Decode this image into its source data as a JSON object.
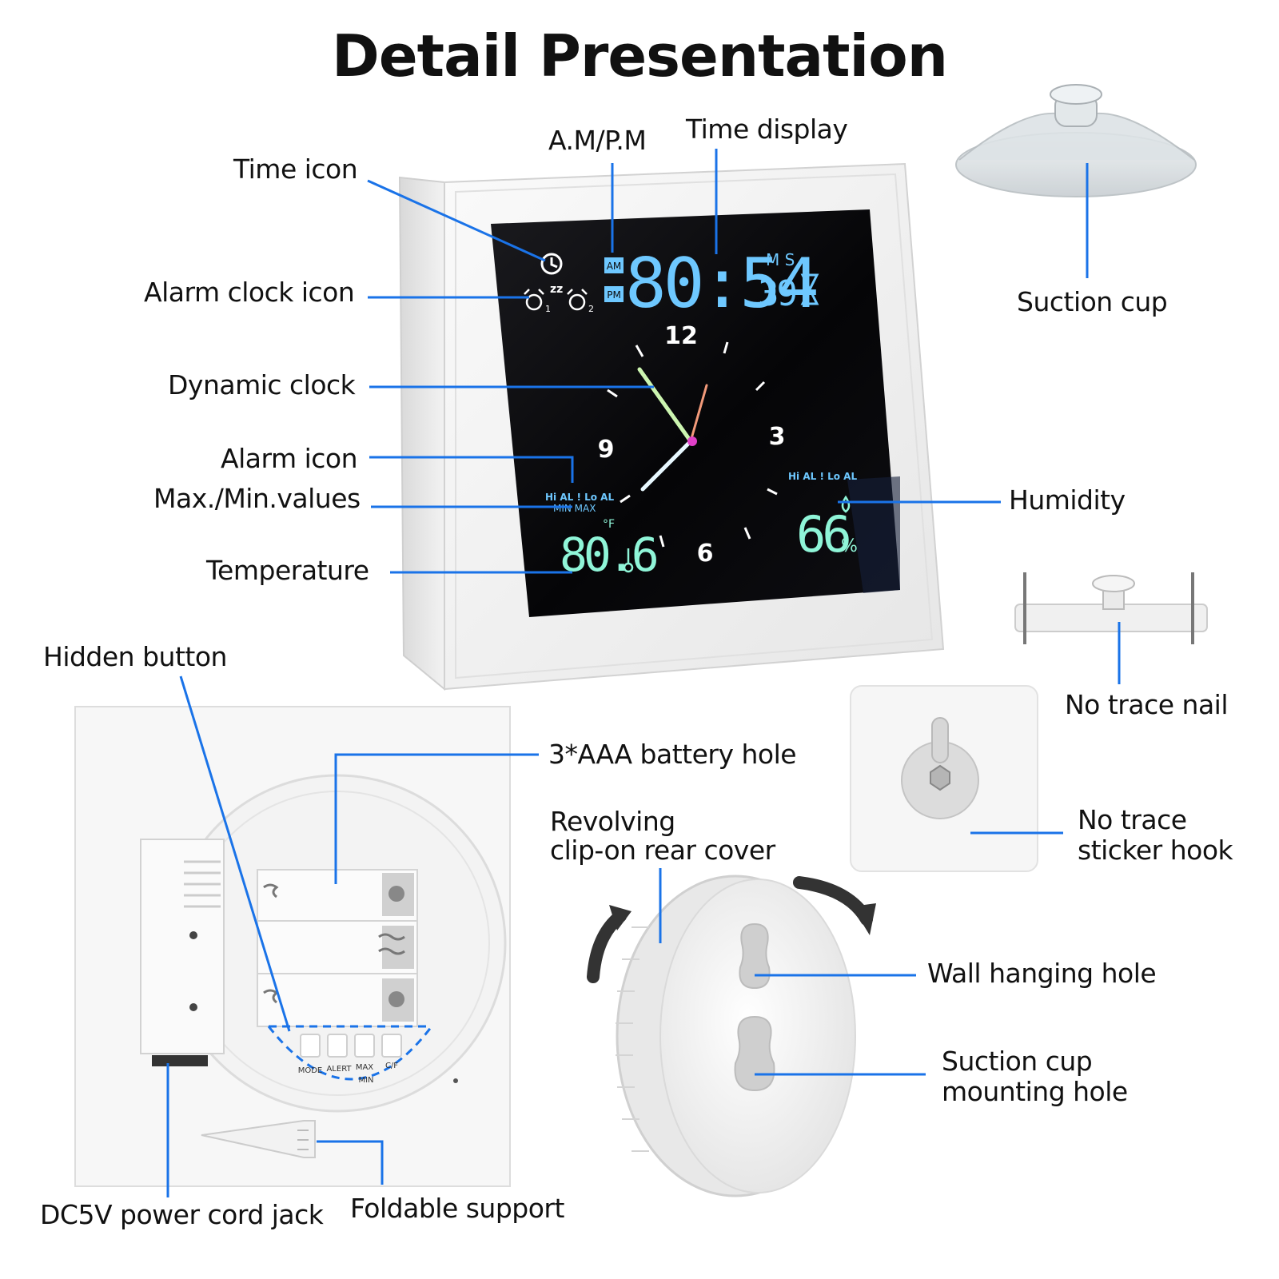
{
  "title": "Detail Presentation",
  "colors": {
    "leader": "#1a73e8",
    "lcd_background": "#0b0b0d",
    "lcd_blue": "#6ec8ff",
    "lcd_green": "#8ff5d8",
    "clock_body": "#f4f4f4",
    "dashed_outline": "#1a73e8"
  },
  "callouts": {
    "time_icon": "Time icon",
    "am_pm": "A.M/P.M",
    "time_display": "Time display",
    "alarm_clock_icon": "Alarm clock icon",
    "dynamic_clock": "Dynamic clock",
    "alarm_icon": "Alarm icon",
    "max_min_values": "Max./Min.values",
    "temperature": "Temperature",
    "humidity": "Humidity",
    "suction_cup": "Suction cup",
    "no_trace_nail": "No trace nail",
    "no_trace_sticker_hook_1": "No trace",
    "no_trace_sticker_hook_2": "sticker hook",
    "hidden_button": "Hidden button",
    "battery_hole": "3*AAA battery hole",
    "revolving_cover_1": "Revolving",
    "revolving_cover_2": "clip-on rear cover",
    "wall_hanging_hole": "Wall hanging hole",
    "suction_mount_1": "Suction cup",
    "suction_mount_2": "mounting hole",
    "power_jack": "DC5V power cord jack",
    "foldable_support": "Foldable support"
  },
  "lcd": {
    "am": "AM",
    "pm": "PM",
    "time": "80:54",
    "seconds": "39",
    "ms_label": "M S",
    "alarm1": "1",
    "alarm2": "2",
    "numeral_12": "12",
    "numeral_3": "3",
    "numeral_6": "6",
    "numeral_9": "9",
    "hi_lo_left": "Hi AL ! Lo AL",
    "min_max": "MIN MAX",
    "temperature": "80.6",
    "temp_unit": "°F",
    "hi_lo_right": "Hi AL ! Lo AL",
    "humidity": "66",
    "humidity_unit": "%"
  },
  "buttons": {
    "mode": "MODE",
    "alert": "ALERT",
    "max": "MAX",
    "min": "MIN",
    "cf": "C/F"
  }
}
